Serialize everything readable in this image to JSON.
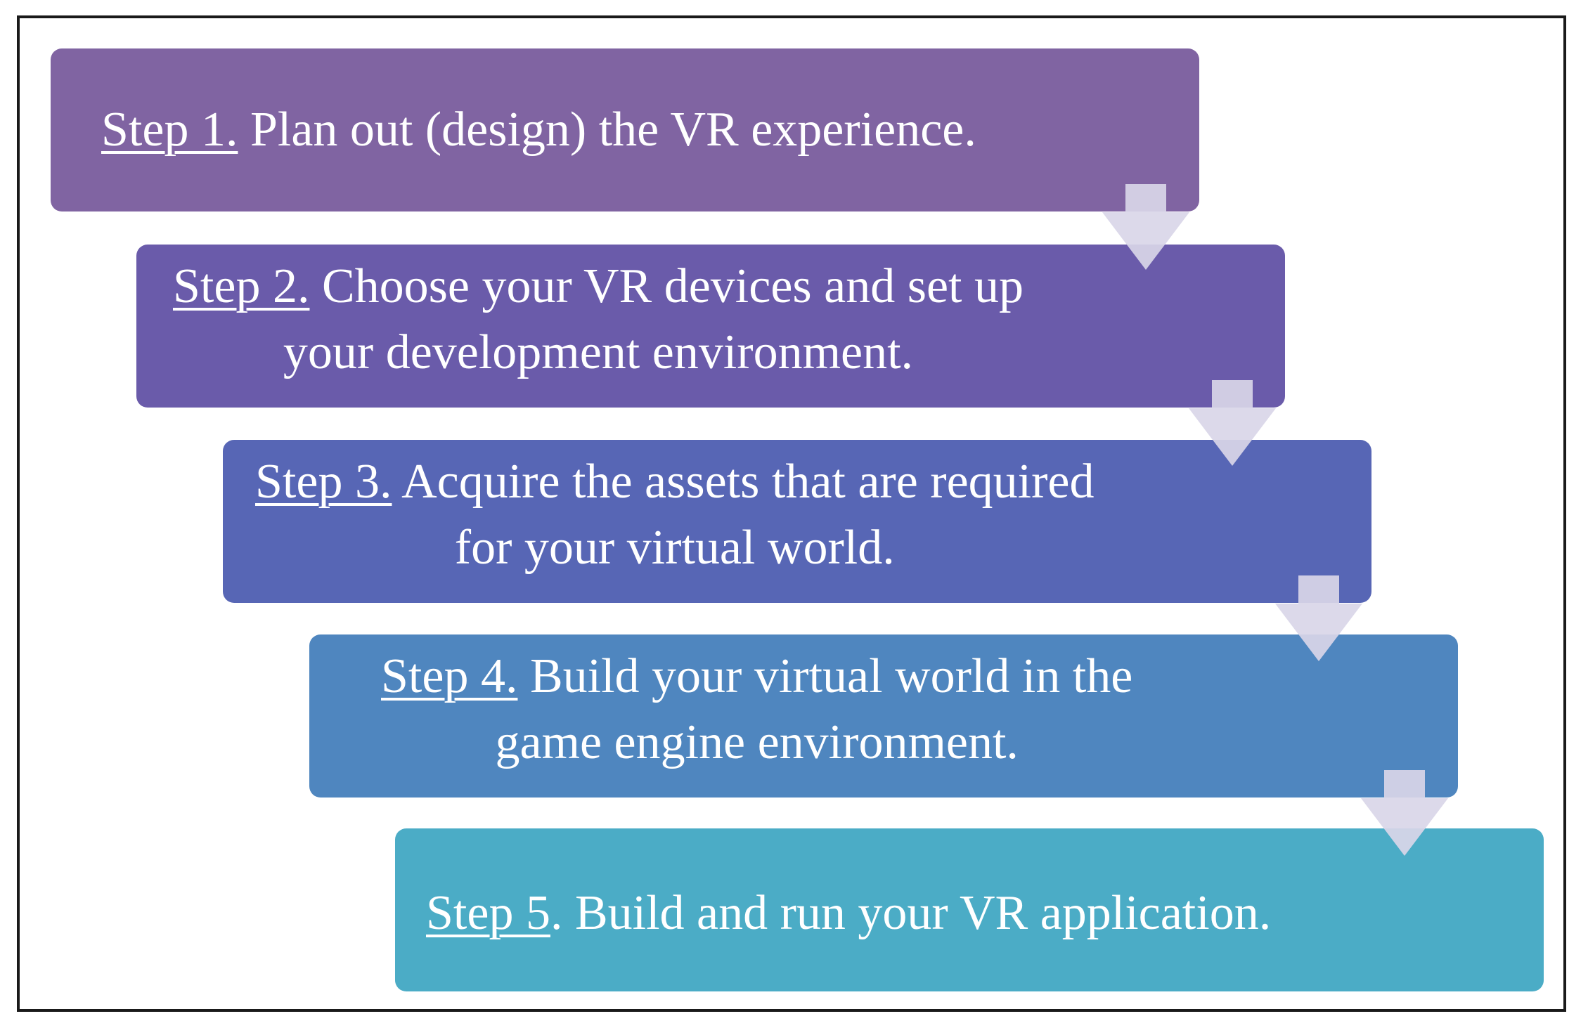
{
  "steps": [
    {
      "label": "Step 1.",
      "text": " Plan out (design) the VR experience.",
      "line2": "",
      "color": "#8064A2"
    },
    {
      "label": "Step 2.",
      "text": " Choose your VR devices and set up",
      "line2": "your development environment.",
      "color": "#6A5BAA"
    },
    {
      "label": "Step 3.",
      "text": " Acquire the assets that are required",
      "line2": "for your virtual world.",
      "color": "#5766B5"
    },
    {
      "label": "Step 4.",
      "text": " Build your virtual world in the",
      "line2": "game engine environment.",
      "color": "#4F86BF"
    },
    {
      "label": "Step 5",
      "text": ". Build and run your VR application.",
      "line2": "",
      "color": "#4BACC6"
    }
  ],
  "arrow_color": "#D9D6E8"
}
